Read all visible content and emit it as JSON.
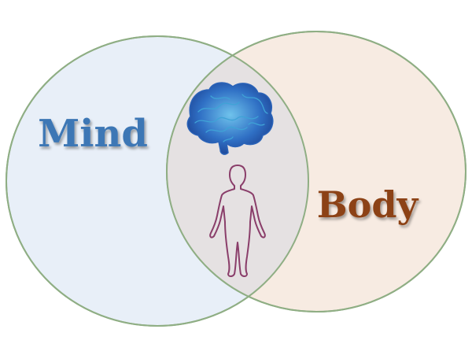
{
  "diagram": {
    "sets": [
      {
        "id": "mind",
        "label": "Mind",
        "fill": "#e8eff8",
        "stroke": "#8fae84",
        "label_color": "#3d77b5"
      },
      {
        "id": "body",
        "label": "Body",
        "fill": "#f7ebe2",
        "stroke": "#8fae84",
        "label_color": "#8c4215"
      }
    ],
    "intersection": {
      "fill": "#e5e1e2",
      "icons": [
        {
          "name": "brain-icon",
          "color": "#2a63b8",
          "accent": "#3fa3d6"
        },
        {
          "name": "human-figure-icon",
          "color": "#8a3e6a"
        }
      ]
    }
  }
}
